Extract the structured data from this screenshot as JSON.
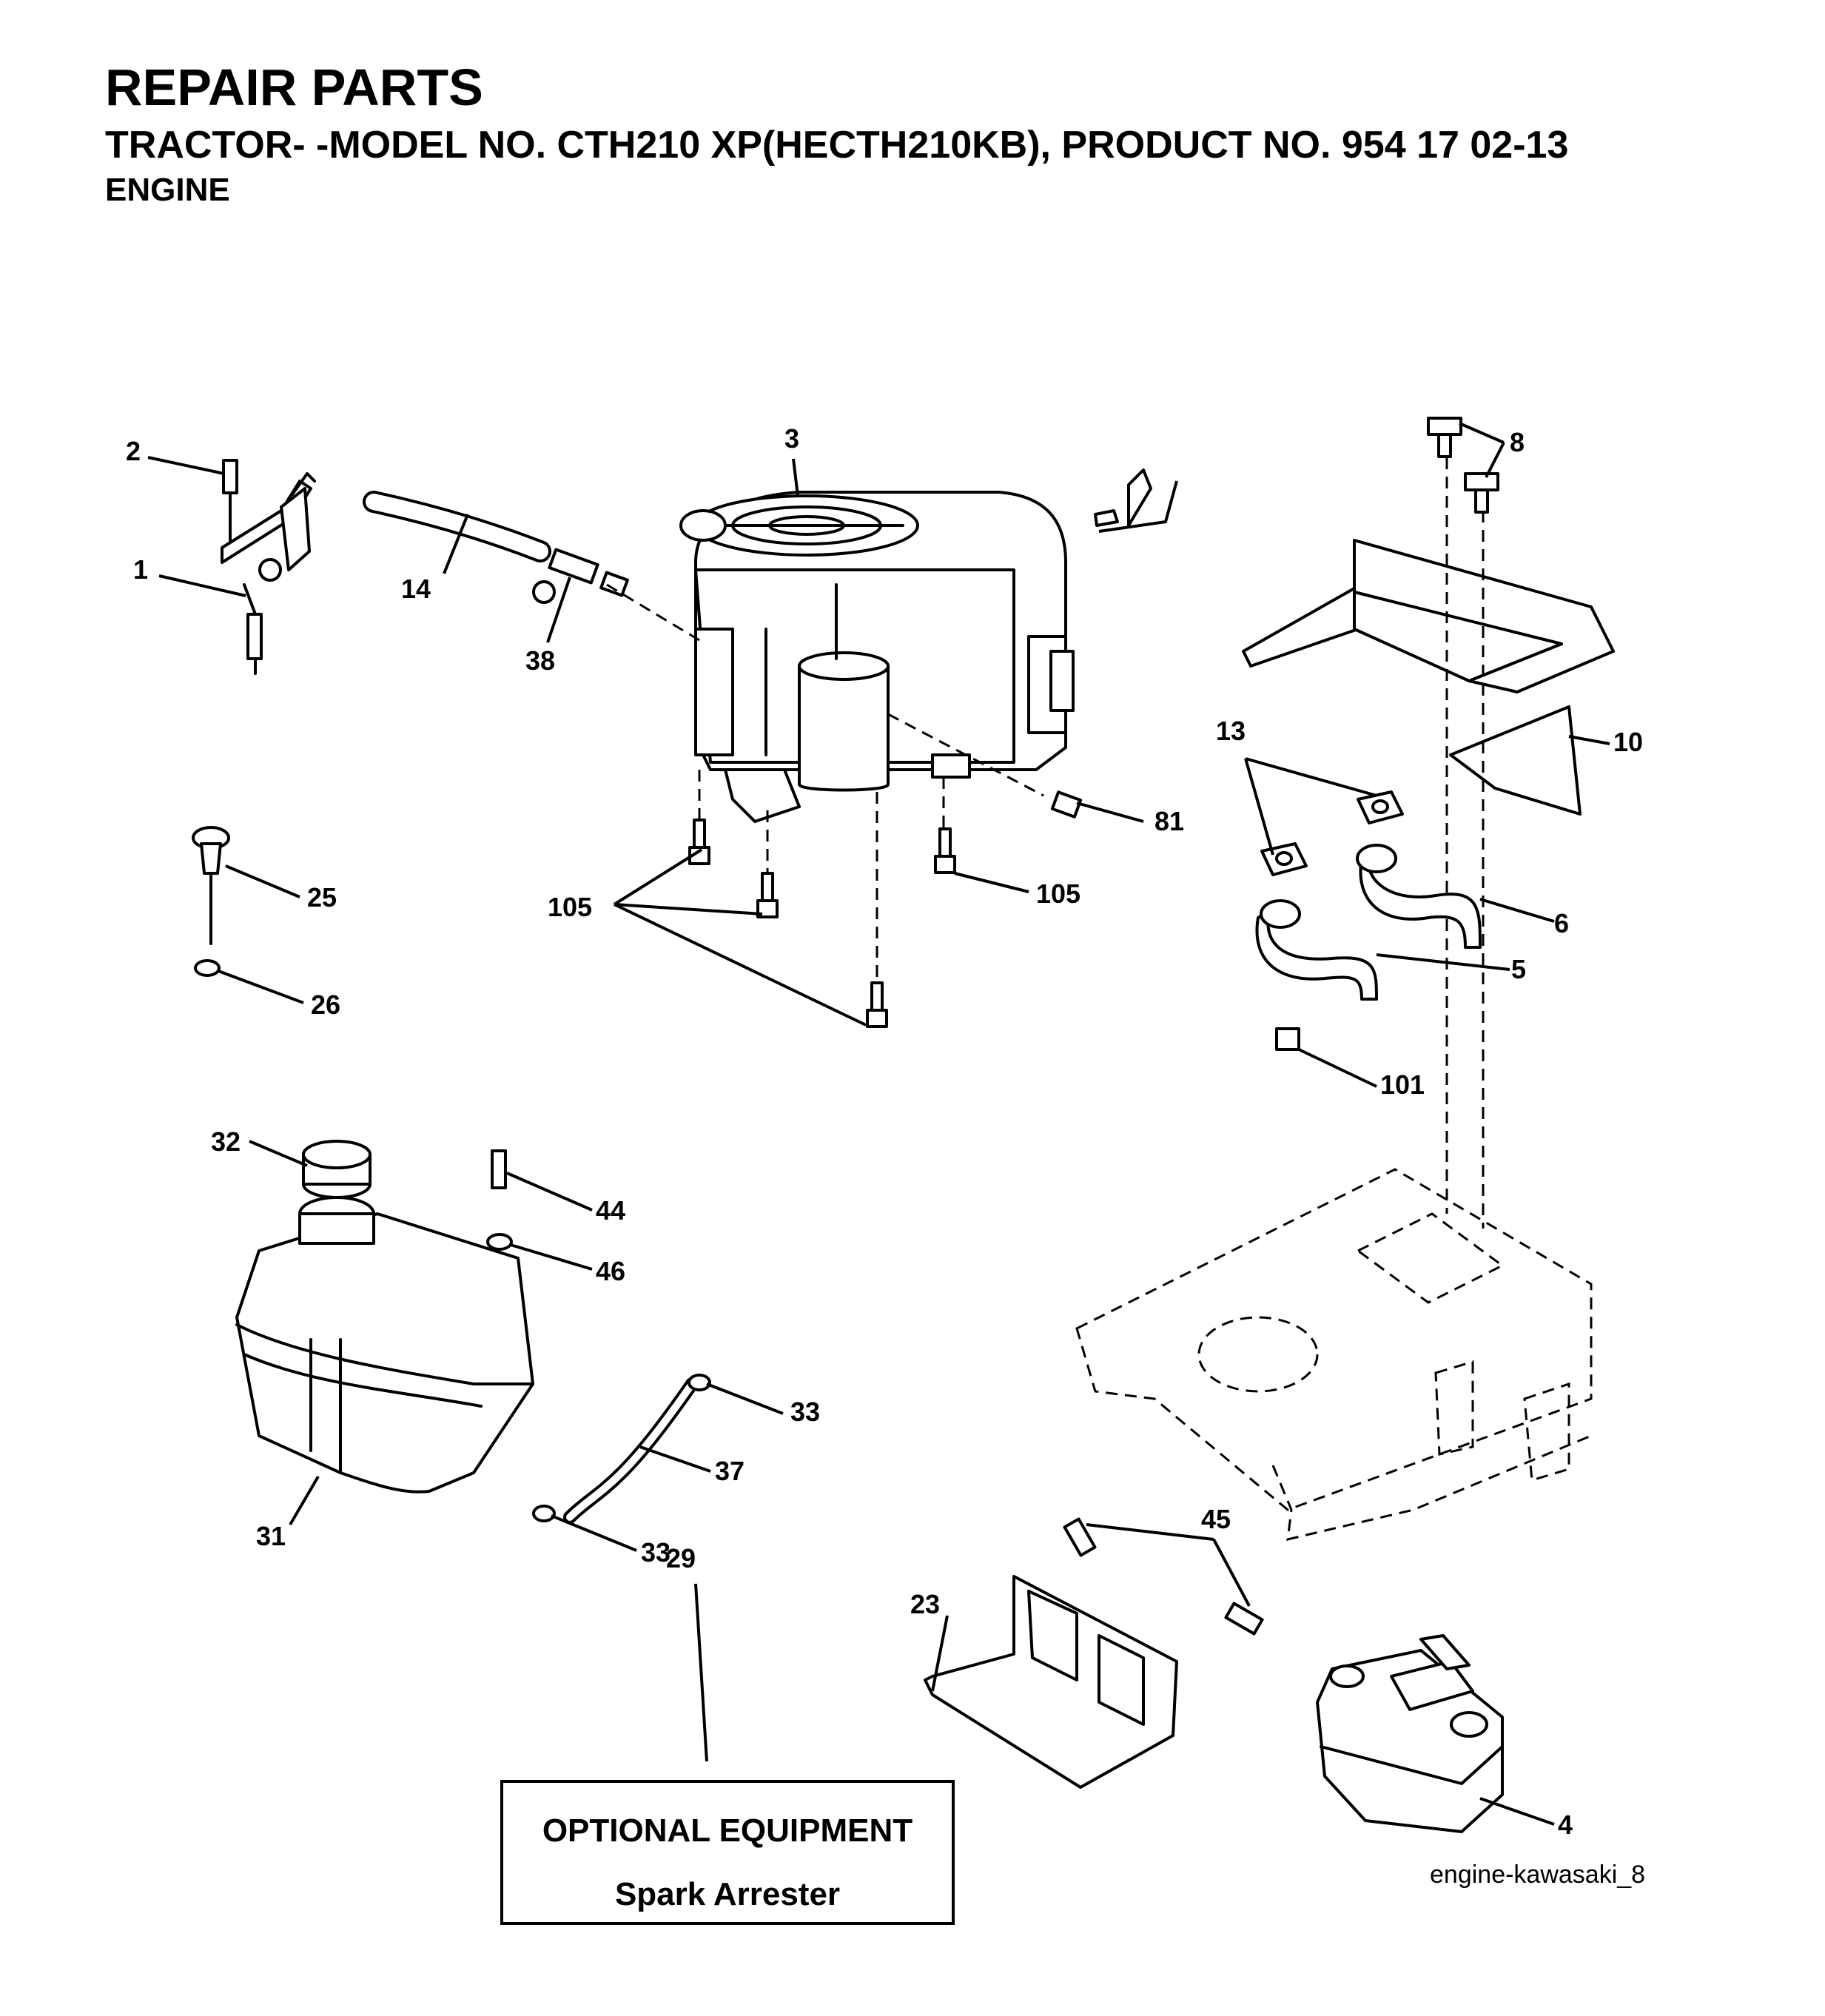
{
  "header": {
    "title": "REPAIR PARTS",
    "model_line": "TRACTOR- -MODEL NO. CTH210 XP(HECTH210KB), PRODUCT NO. 954 17 02-13",
    "section": "ENGINE"
  },
  "callouts": {
    "c1": "1",
    "c2": "2",
    "c3": "3",
    "c4": "4",
    "c5": "5",
    "c6": "6",
    "c8": "8",
    "c10": "10",
    "c13": "13",
    "c14": "14",
    "c23": "23",
    "c25": "25",
    "c26": "26",
    "c29": "29",
    "c31": "31",
    "c32": "32",
    "c33a": "33",
    "c33b": "33",
    "c37": "37",
    "c38": "38",
    "c44": "44",
    "c45": "45",
    "c46": "46",
    "c81": "81",
    "c101": "101",
    "c105a": "105",
    "c105b": "105"
  },
  "optional_box": {
    "heading": "OPTIONAL EQUIPMENT",
    "item": "Spark Arrester"
  },
  "reference": "engine-kawasaki_8"
}
